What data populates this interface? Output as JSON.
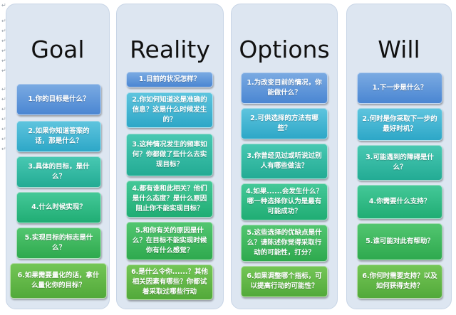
{
  "margin_marks": [
    "↵",
    "↵",
    "↵",
    "↵",
    "↵",
    "↵",
    "↵",
    "↵",
    "↵",
    "↵",
    "↵",
    "↵",
    "↵",
    "↵"
  ],
  "heading_mark": "↵",
  "columns": [
    {
      "title": "Goal",
      "items": [
        "1.你的目标是什么？",
        "2.如果你知道答案的话，那是什么？",
        "3.具体的目标，是什么？",
        "4.什么时候实现？",
        "5.实现目标的标志是什么？",
        "6.如果需要量化的话，拿什么量化你的目标？"
      ]
    },
    {
      "title": "Reality",
      "items": [
        "1.目前的状况怎样？",
        "2.你如何知道这是准确的信息？这是什么时候发生的？",
        "3.这种情况发生的频率如何？你都做了些什么去实现目标？",
        "4.都有谁和此相关？他们是什么态度？是什么原因阻止你不能实现目标？",
        "5.和你有关的原因是什么？在目标不能实现时候你有什么感觉？",
        "6.是什么令你......？其他相关因素有哪些？你都试着采取过哪些行动"
      ]
    },
    {
      "title": "Options",
      "items": [
        "1.为改变目前的情况，你能做什么？",
        "2.可供选择的方法有哪些？",
        "3.你曾经见过或听说过别人有哪些做法？",
        "4.如果......会发生什么？哪一种选择你认为是最有可能成功？",
        "5.这些选择的优缺点是什么？请陈述你觉得采取行动的可能性，打分？",
        "6.如果调整哪个指标，可以提高行动的可能性？"
      ]
    },
    {
      "title": "Will",
      "items": [
        "1.下一步是什么？",
        "2.何时是你采取下一步的最好时机？",
        "3.可能遇到的障碍是什么？",
        "4.你需要什么支持？",
        "5.谁可能对此有帮助？",
        "6.你何时需要支持？以及如何获得支持？"
      ]
    }
  ]
}
